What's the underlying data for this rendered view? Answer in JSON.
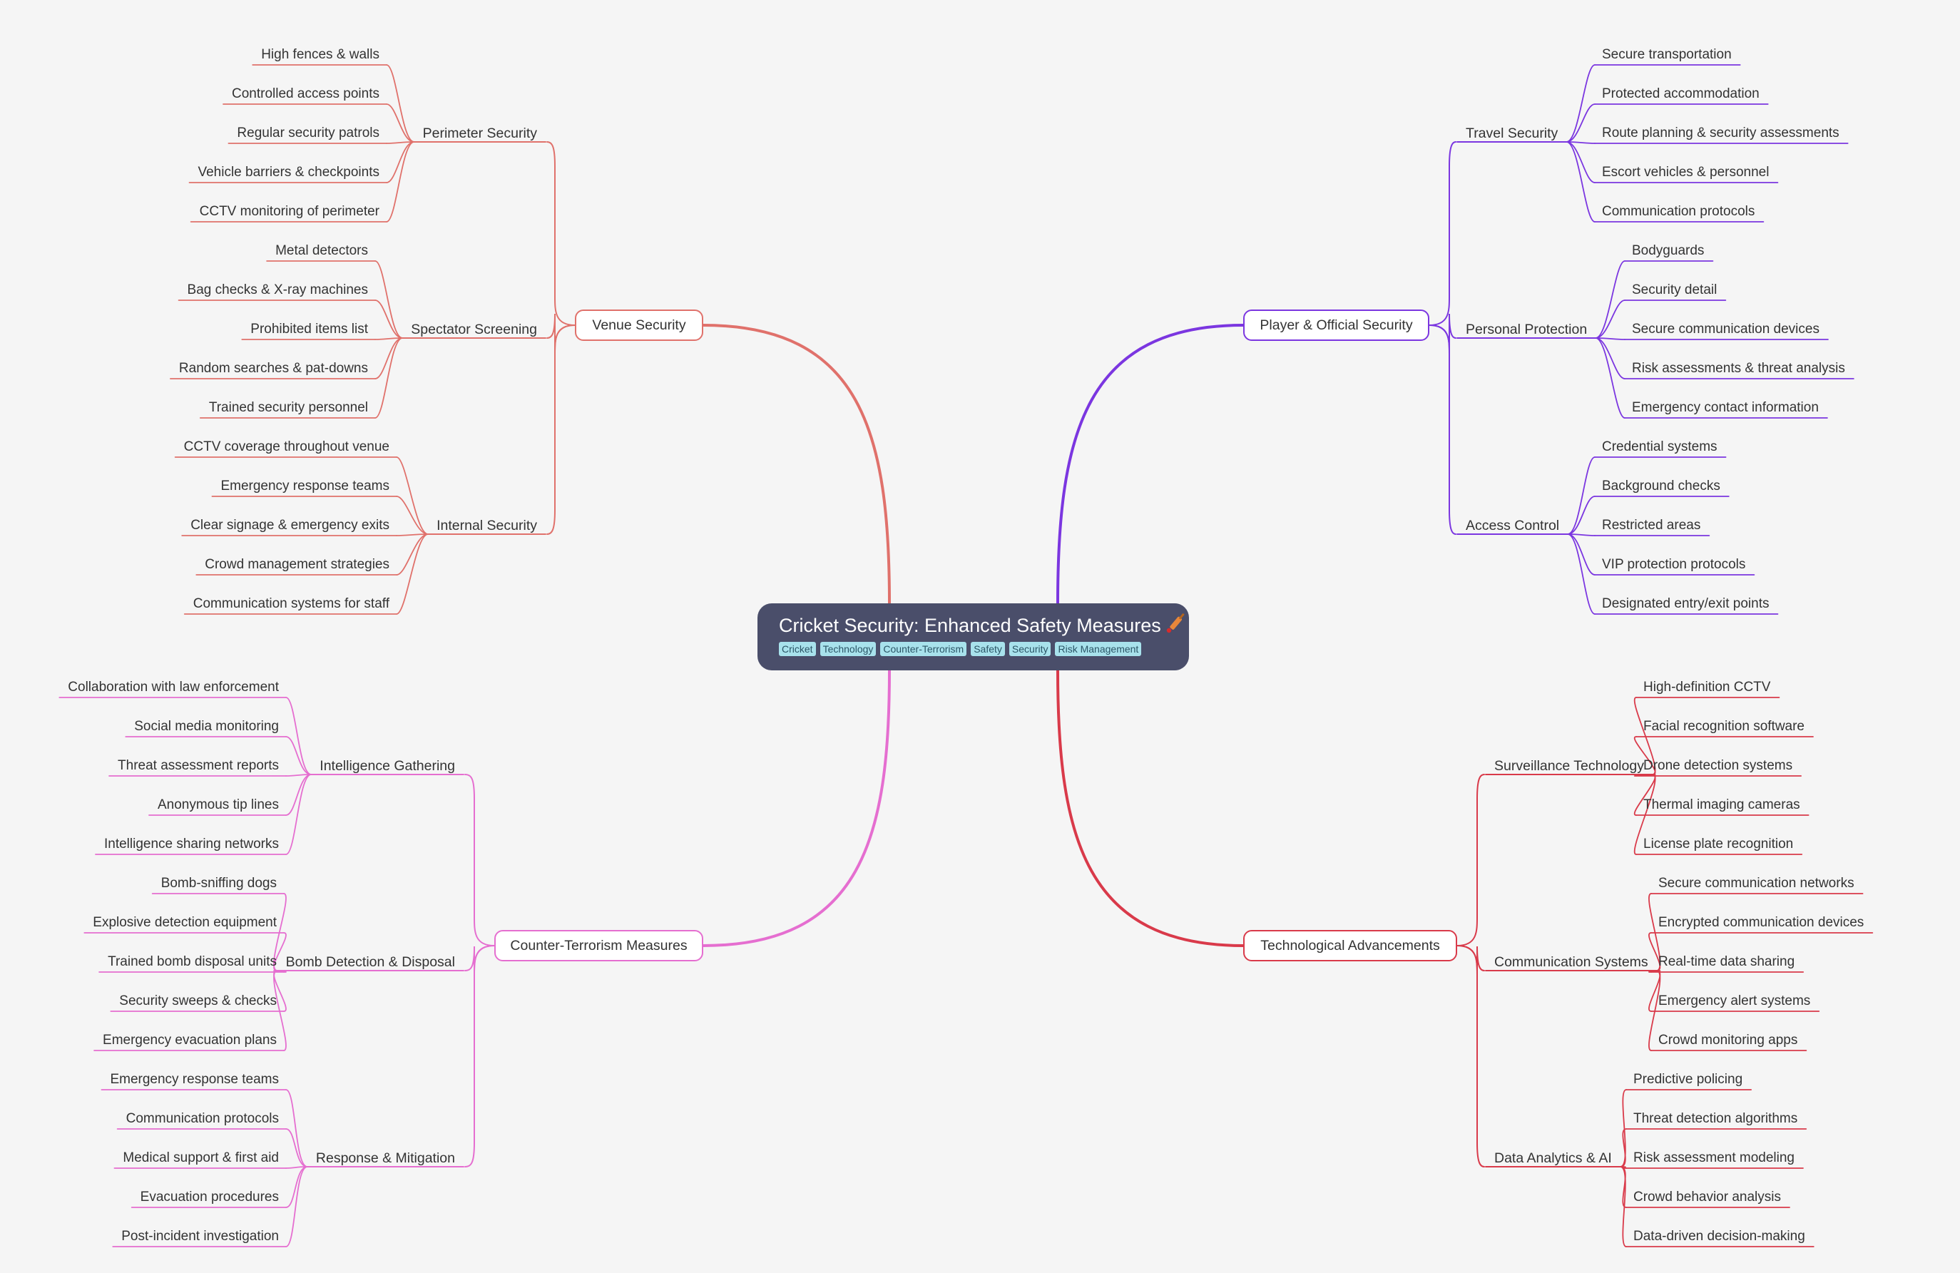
{
  "root": {
    "title": "Cricket Security: Enhanced Safety Measures",
    "icon": "cricket-bat-icon",
    "tags": [
      "Cricket",
      "Technology",
      "Counter-Terrorism",
      "Safety",
      "Security",
      "Risk Management"
    ]
  },
  "branches": [
    {
      "label": "Venue Security",
      "color": "#e0716b",
      "children": [
        {
          "label": "Perimeter Security",
          "leaves": [
            "High fences & walls",
            "Controlled access points",
            "Regular security patrols",
            "Vehicle barriers & checkpoints",
            "CCTV monitoring of perimeter"
          ]
        },
        {
          "label": "Spectator Screening",
          "leaves": [
            "Metal detectors",
            "Bag checks & X-ray machines",
            "Prohibited items list",
            "Random searches & pat-downs",
            "Trained security personnel"
          ]
        },
        {
          "label": "Internal Security",
          "leaves": [
            "CCTV coverage throughout venue",
            "Emergency response teams",
            "Clear signage & emergency exits",
            "Crowd management strategies",
            "Communication systems for staff"
          ]
        }
      ]
    },
    {
      "label": "Player & Official Security",
      "color": "#7b36e0",
      "children": [
        {
          "label": "Travel Security",
          "leaves": [
            "Secure transportation",
            "Protected accommodation",
            "Route planning & security assessments",
            "Escort vehicles & personnel",
            "Communication protocols"
          ]
        },
        {
          "label": "Personal Protection",
          "leaves": [
            "Bodyguards",
            "Security detail",
            "Secure communication devices",
            "Risk assessments & threat analysis",
            "Emergency contact information"
          ]
        },
        {
          "label": "Access Control",
          "leaves": [
            "Credential systems",
            "Background checks",
            "Restricted areas",
            "VIP protection protocols",
            "Designated entry/exit points"
          ]
        }
      ]
    },
    {
      "label": "Counter-Terrorism Measures",
      "color": "#e56ed0",
      "children": [
        {
          "label": "Intelligence Gathering",
          "leaves": [
            "Collaboration with law enforcement",
            "Social media monitoring",
            "Threat assessment reports",
            "Anonymous tip lines",
            "Intelligence sharing networks"
          ]
        },
        {
          "label": "Bomb Detection & Disposal",
          "leaves": [
            "Bomb-sniffing dogs",
            "Explosive detection equipment",
            "Trained bomb disposal units",
            "Security sweeps & checks",
            "Emergency evacuation plans"
          ]
        },
        {
          "label": "Response & Mitigation",
          "leaves": [
            "Emergency response teams",
            "Communication protocols",
            "Medical support & first aid",
            "Evacuation procedures",
            "Post-incident investigation"
          ]
        }
      ]
    },
    {
      "label": "Technological Advancements",
      "color": "#d93a4a",
      "children": [
        {
          "label": "Surveillance Technology",
          "leaves": [
            "High-definition CCTV",
            "Facial recognition software",
            "Drone detection systems",
            "Thermal imaging cameras",
            "License plate recognition"
          ]
        },
        {
          "label": "Communication Systems",
          "leaves": [
            "Secure communication networks",
            "Encrypted communication devices",
            "Real-time data sharing",
            "Emergency alert systems",
            "Crowd monitoring apps"
          ]
        },
        {
          "label": "Data Analytics & AI",
          "leaves": [
            "Predictive policing",
            "Threat detection algorithms",
            "Risk assessment modeling",
            "Crowd behavior analysis",
            "Data-driven decision-making"
          ]
        }
      ]
    }
  ]
}
